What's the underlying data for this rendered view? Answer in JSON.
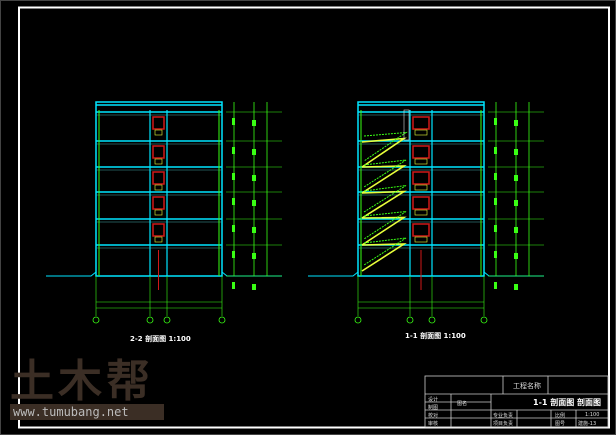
{
  "drawing": {
    "left_section_title": "2-2 剖面图 1:100",
    "right_section_title": "1-1 剖面图 1:100",
    "floors": 6
  },
  "title_block": {
    "project_name_label": "工程名称",
    "drawing_name_label": "图名",
    "drawing_name": "1-1 剖面图 剖面图",
    "rows": [
      "设计",
      "制图",
      "校对",
      "审核"
    ],
    "mid_labels": [
      "专业负责",
      "项目负责"
    ],
    "scale_label": "比例",
    "scale_value": "1:100",
    "number_label": "图号",
    "number_value": "建施-13"
  },
  "watermark": {
    "logo": "土木帮",
    "url": "www.tumubang.net"
  },
  "colors": {
    "frame": "#ffffff",
    "wall": "#00e5ff",
    "dim": "#39ff14",
    "stair": "#e8ff3a",
    "door": "#d01818"
  }
}
